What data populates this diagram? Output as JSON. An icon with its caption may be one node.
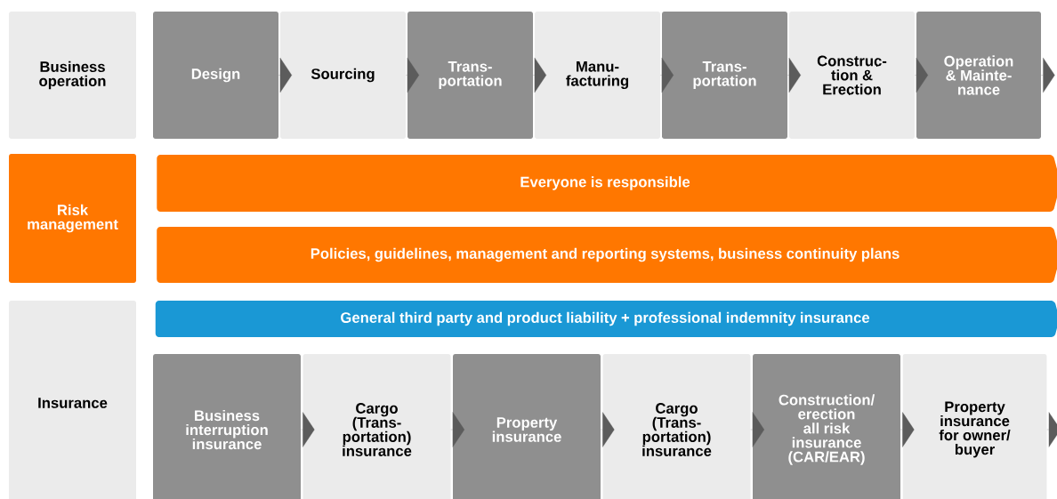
{
  "diagram": {
    "nodes": [
      {
        "text": [
          "Business operation"
        ]
      },
      {
        "text": [
          "Design"
        ]
      },
      {
        "text": [
          "Sourcing"
        ]
      },
      {
        "text": [
          "Trans-portation"
        ]
      },
      {
        "text": [
          "Manu-facturing"
        ]
      },
      {
        "text": [
          "Trans-portation"
        ]
      },
      {
        "text": [
          "Construc-tion & Erection"
        ]
      },
      {
        "text": [
          "Operation & Mainte-nance"
        ]
      },
      {
        "text": [
          "Risk management"
        ]
      },
      {
        "text": [
          "Everyone is responsible"
        ]
      },
      {
        "text": [
          "Policies, guidelines, management and reporting systems, business continuity plans"
        ]
      },
      {
        "text": [
          "Insurance"
        ]
      },
      {
        "text": [
          "General third party and product liability + professional indemnity insurance"
        ]
      },
      {
        "text": [
          "Business interruption insurance"
        ]
      },
      {
        "text": [
          "Cargo (Trans-portation) insurance"
        ]
      },
      {
        "text": [
          "Property insurance"
        ]
      },
      {
        "text": [
          "Cargo (Trans-portation) insurance"
        ]
      },
      {
        "text": [
          "Construction/ erection all risk insurance (CAR/EAR)"
        ]
      },
      {
        "text": [
          "Property insurance for owner/ buyer"
        ]
      }
    ],
    "edges": [
      {
        "from": 1,
        "to": 2,
        "arrow": "to"
      },
      {
        "from": 2,
        "to": 3,
        "arrow": "to"
      },
      {
        "from": 3,
        "to": 4,
        "arrow": "to"
      },
      {
        "from": 4,
        "to": 5,
        "arrow": "to"
      },
      {
        "from": 5,
        "to": 6,
        "arrow": "to"
      },
      {
        "from": 6,
        "to": 7,
        "arrow": "to"
      },
      {
        "from": 7,
        "to": null,
        "arrow": "to"
      },
      {
        "from": 13,
        "to": 14,
        "arrow": "to"
      },
      {
        "from": 14,
        "to": 15,
        "arrow": "to"
      },
      {
        "from": 15,
        "to": 16,
        "arrow": "to"
      },
      {
        "from": 16,
        "to": 17,
        "arrow": "to"
      },
      {
        "from": 17,
        "to": 18,
        "arrow": "to"
      },
      {
        "from": 18,
        "to": null,
        "arrow": "to"
      }
    ]
  }
}
